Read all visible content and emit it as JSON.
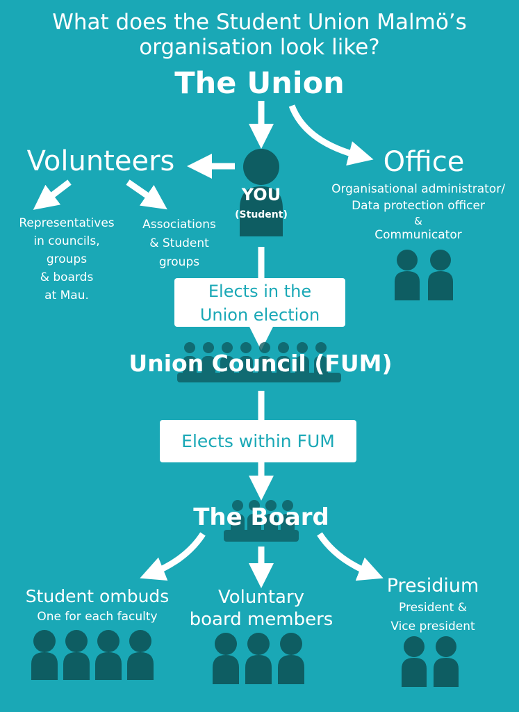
{
  "title_line1": "What does the Student Union Malmö’s",
  "title_line2": "organisation look like?",
  "union": "The Union",
  "volunteers": {
    "title": "Volunteers",
    "representatives": [
      "Representatives",
      "in councils,",
      "groups",
      "& boards",
      "at Mau."
    ],
    "associations": [
      "Associations",
      "& Student",
      "groups"
    ]
  },
  "you": {
    "label": "YOU",
    "sub": "(Student)"
  },
  "office": {
    "title": "Office",
    "roles": [
      "Organisational administrator/",
      "Data protection officer",
      "&",
      "Communicator"
    ]
  },
  "elects_union": [
    "Elects in the",
    "Union election"
  ],
  "council": "Union Council (FUM)",
  "elects_fum": "Elects within FUM",
  "board": "The Board",
  "ombuds": {
    "title": "Student ombuds",
    "sub": "One for each faculty"
  },
  "voluntary": [
    "Voluntary",
    "board members"
  ],
  "presidium": {
    "title": "Presidium",
    "sub": [
      "President &",
      "Vice president"
    ]
  },
  "colors": {
    "background": "#1aa8b6",
    "person": "#0e5d62",
    "text": "#ffffff"
  }
}
